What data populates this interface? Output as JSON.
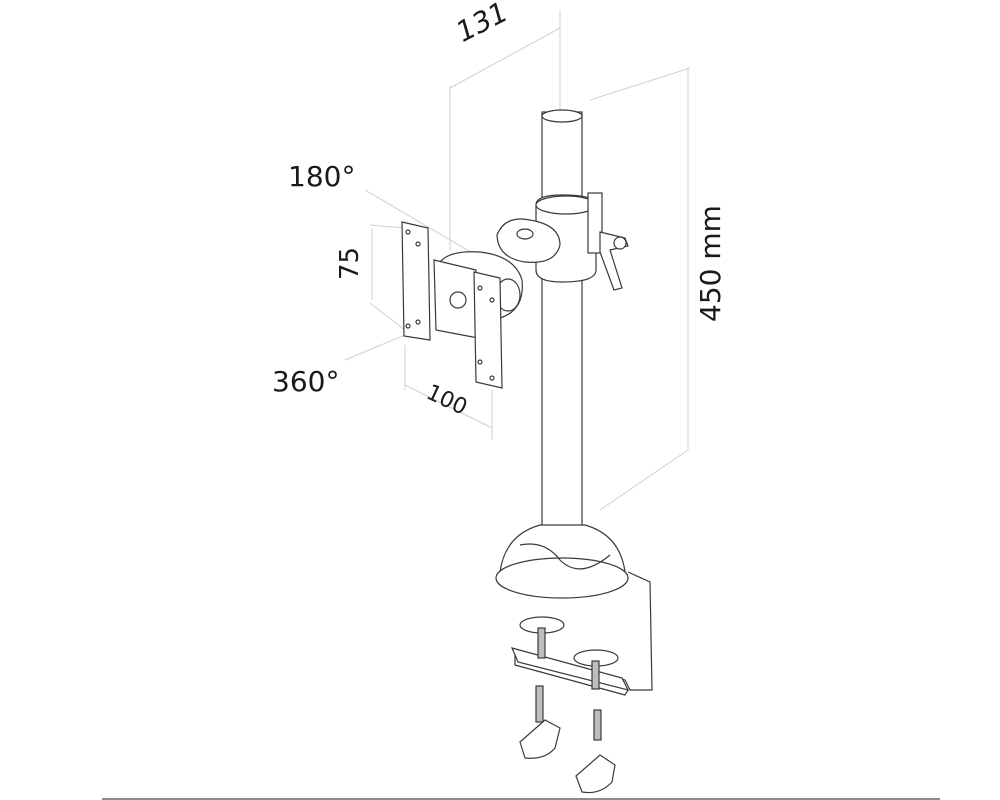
{
  "diagram": {
    "subject": "Desk pole monitor mount with clamp",
    "dimensions": {
      "pole_offset": "131",
      "pole_height": "450 mm",
      "vesa_vertical": "75",
      "vesa_horizontal": "100"
    },
    "rotation": {
      "tilt": "180°",
      "swivel": "360°"
    },
    "colors": {
      "line": "#3a3a3a",
      "dimension_line": "#cfcfcf",
      "text": "#1a1a1a",
      "footer_rule": "#8c8c8c"
    }
  }
}
